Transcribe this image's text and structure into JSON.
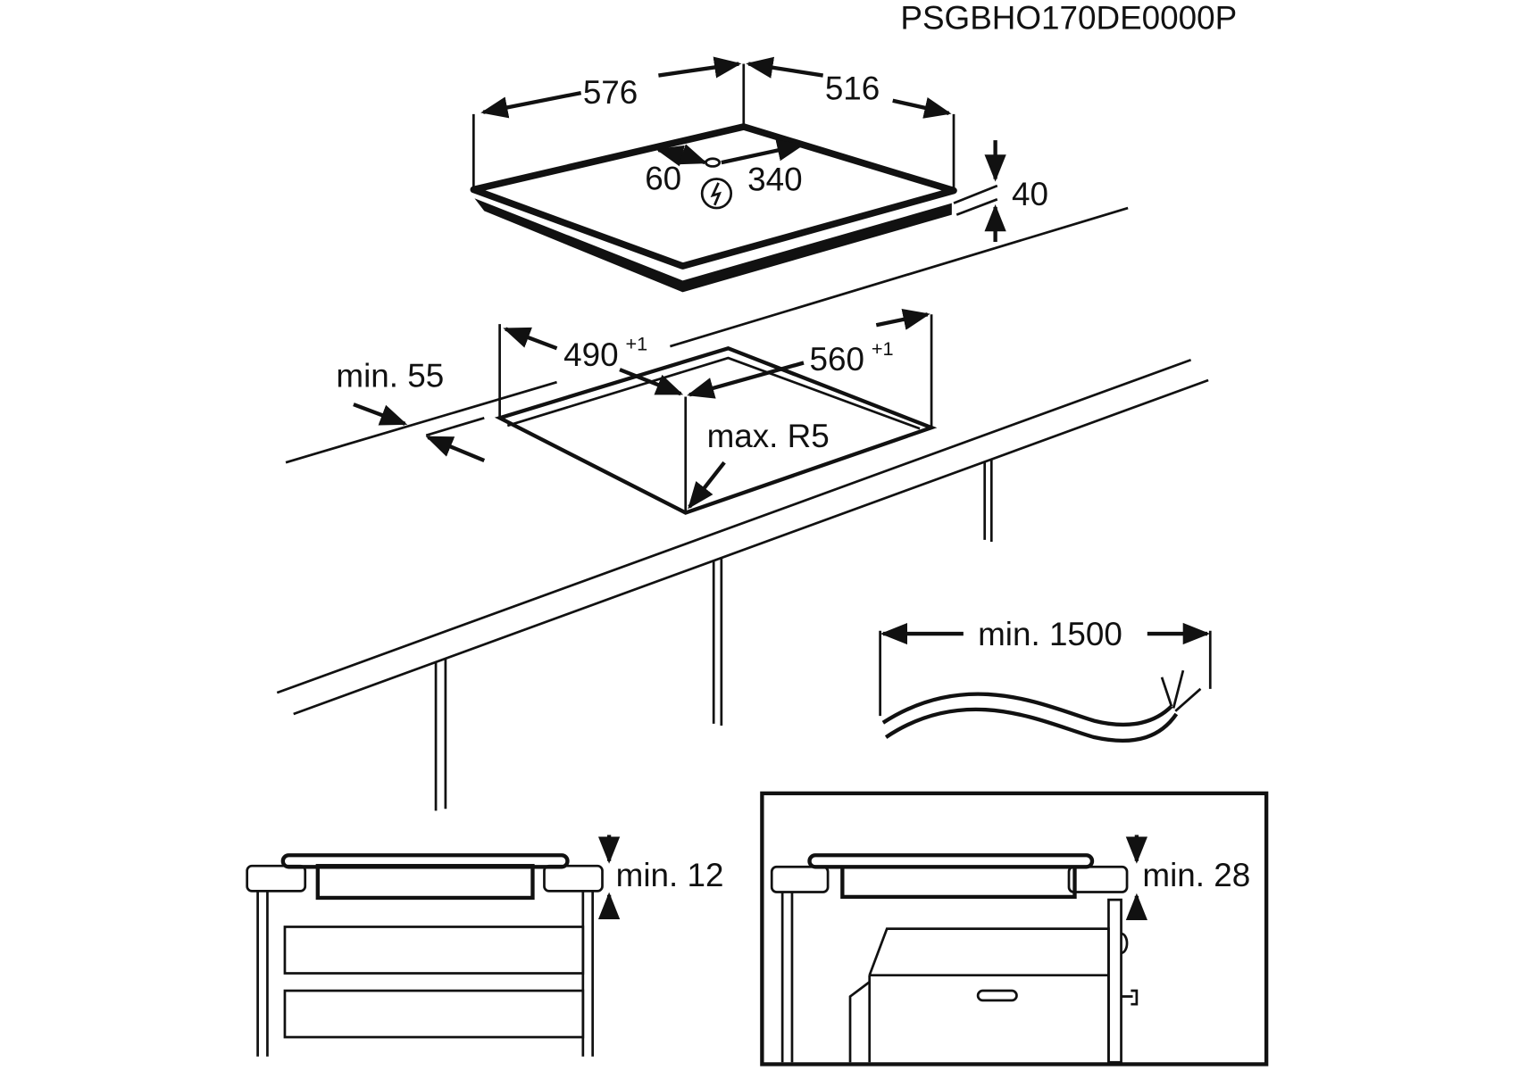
{
  "model_code": "PSGBHO170DE0000P",
  "hob": {
    "width": "576",
    "depth": "516",
    "height": "40",
    "connection_offset_left": "60",
    "connection_offset_right": "340"
  },
  "cutout": {
    "width": "560",
    "width_tolerance": "+1",
    "depth": "490",
    "depth_tolerance": "+1",
    "corner_radius": "max. R5",
    "min_front_distance": "min. 55"
  },
  "cable": {
    "min_length": "min. 1500"
  },
  "side_view_drawer": {
    "min_clearance": "min. 12"
  },
  "side_view_oven": {
    "min_clearance": "min. 28"
  },
  "colors": {
    "ink": "#111111",
    "background": "#ffffff"
  }
}
